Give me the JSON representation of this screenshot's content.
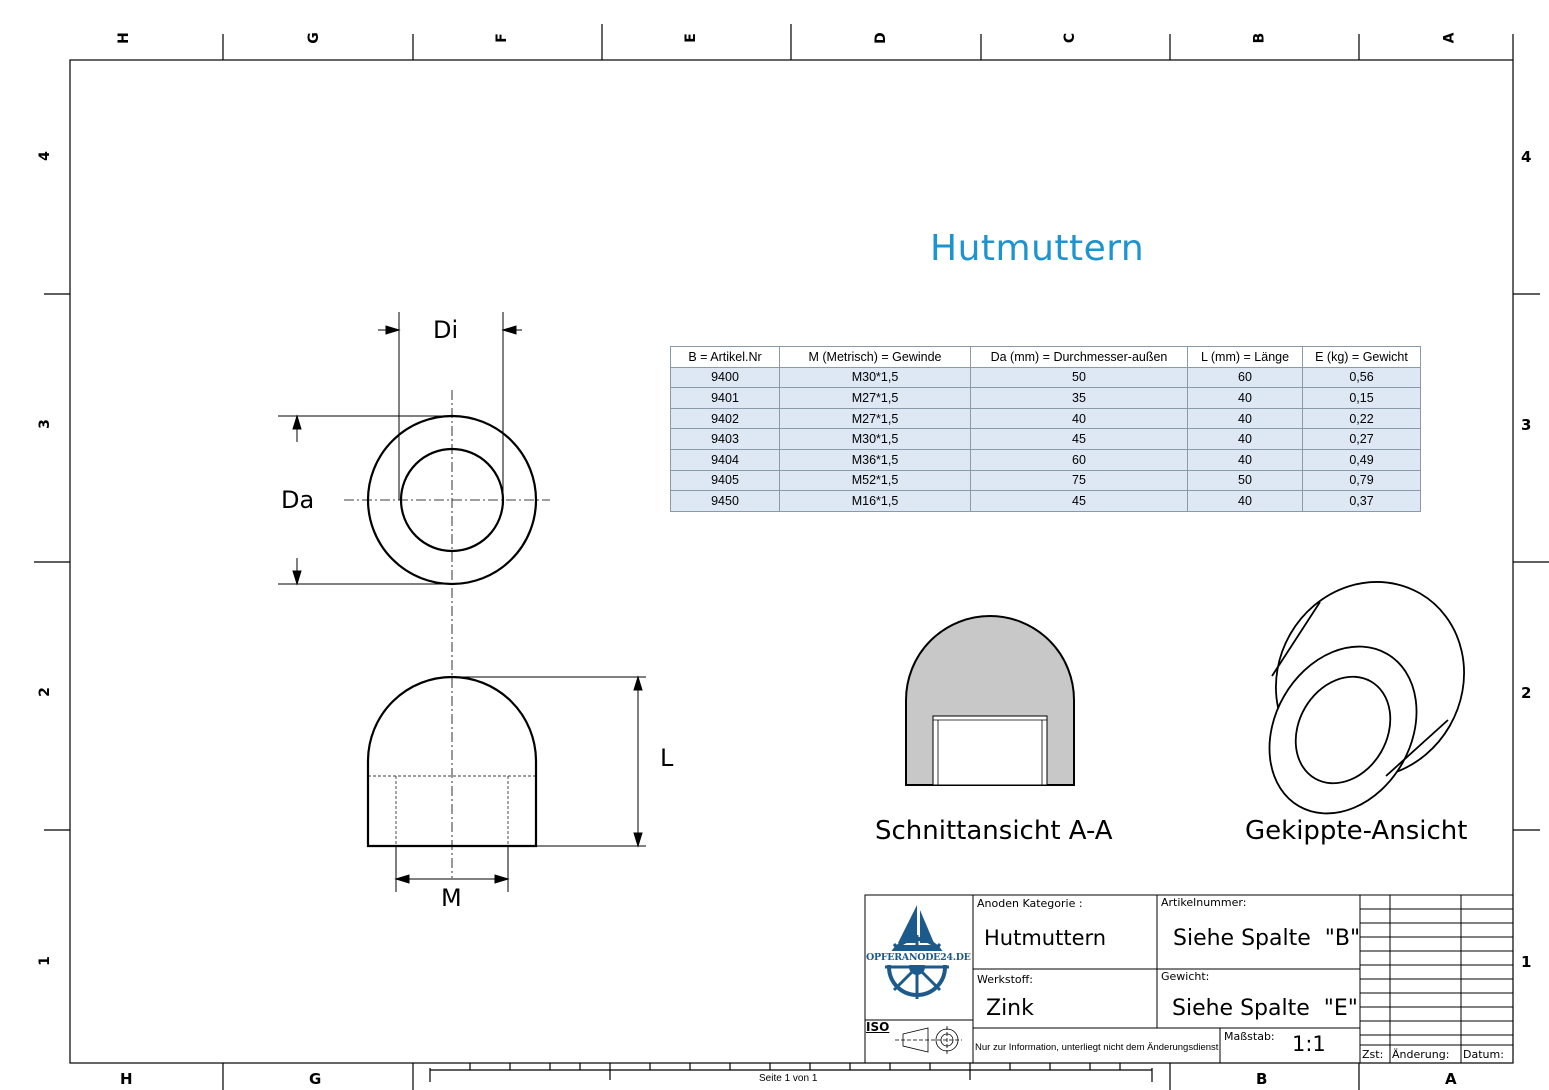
{
  "frame": {
    "zones_top": [
      "H",
      "G",
      "F",
      "E",
      "D",
      "C",
      "B",
      "A"
    ],
    "zones_bottom": [
      "H",
      "G",
      "B",
      "A"
    ],
    "rows_left": [
      "4",
      "3",
      "2",
      "1"
    ],
    "rows_right": [
      "4",
      "3",
      "2",
      "1"
    ],
    "page_label": "Seite 1 von 1"
  },
  "drawing": {
    "title": "Hutmuttern",
    "dims": {
      "di": "Di",
      "da": "Da",
      "l": "L",
      "m": "M"
    },
    "section_label": "Schnittansicht A-A",
    "iso_label": "Gekippte-Ansicht"
  },
  "table": {
    "headers": [
      "B = Artikel.Nr",
      "M (Metrisch) = Gewinde",
      "Da (mm) = Durchmesser-außen",
      "L (mm) = Länge",
      "E (kg) = Gewicht"
    ],
    "rows": [
      [
        "9400",
        "M30*1,5",
        "50",
        "60",
        "0,56"
      ],
      [
        "9401",
        "M27*1,5",
        "35",
        "40",
        "0,15"
      ],
      [
        "9402",
        "M27*1,5",
        "40",
        "40",
        "0,22"
      ],
      [
        "9403",
        "M30*1,5",
        "45",
        "40",
        "0,27"
      ],
      [
        "9404",
        "M36*1,5",
        "60",
        "40",
        "0,49"
      ],
      [
        "9405",
        "M52*1,5",
        "75",
        "50",
        "0,79"
      ],
      [
        "9450",
        "M16*1,5",
        "45",
        "40",
        "0,37"
      ]
    ]
  },
  "title_block": {
    "logo_text": "OPFERANODE24.DE",
    "category_label": "Anoden Kategorie :",
    "category_value": "Hutmuttern",
    "article_label": "Artikelnummer:",
    "article_value": "Siehe Spalte  \"B\"",
    "material_label": "Werkstoff:",
    "material_value": "Zink",
    "weight_label": "Gewicht:",
    "weight_value": "Siehe Spalte  \"E\"",
    "iso_label": "ISO",
    "disclaimer": "Nur zur Information, unterliegt nicht dem Änderungsdienst",
    "scale_label": "Maßstab:",
    "scale_value": "1:1",
    "rev_zst": "Zst:",
    "rev_change": "Änderung:",
    "rev_date": "Datum:"
  },
  "colors": {
    "title": "#1c94cf",
    "table_fill": "#dde8f4",
    "section_fill": "#c8c8c8",
    "logo": "#1c5a8c"
  }
}
